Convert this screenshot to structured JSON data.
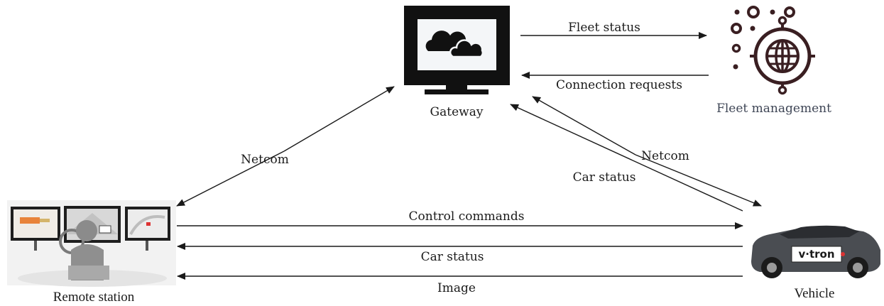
{
  "nodes": {
    "gateway": {
      "label": "Gateway"
    },
    "fleet": {
      "label": "Fleet management"
    },
    "remote": {
      "label": "Remote station"
    },
    "vehicle": {
      "label": "Vehicle",
      "brand": "v·tron"
    }
  },
  "edges": {
    "fleet_status": "Fleet status",
    "connection_requests": "Connection requests",
    "netcom_left": "Netcom",
    "netcom_right": "Netcom",
    "car_status_diag": "Car status",
    "control_commands": "Control commands",
    "car_status": "Car status",
    "image": "Image"
  },
  "colors": {
    "line": "#1a1a1a",
    "fleet_icon": "#3a1f22",
    "car_body": "#4a4d52",
    "monitor_frame": "#111111",
    "screen_bg": "#f4f6f8"
  }
}
